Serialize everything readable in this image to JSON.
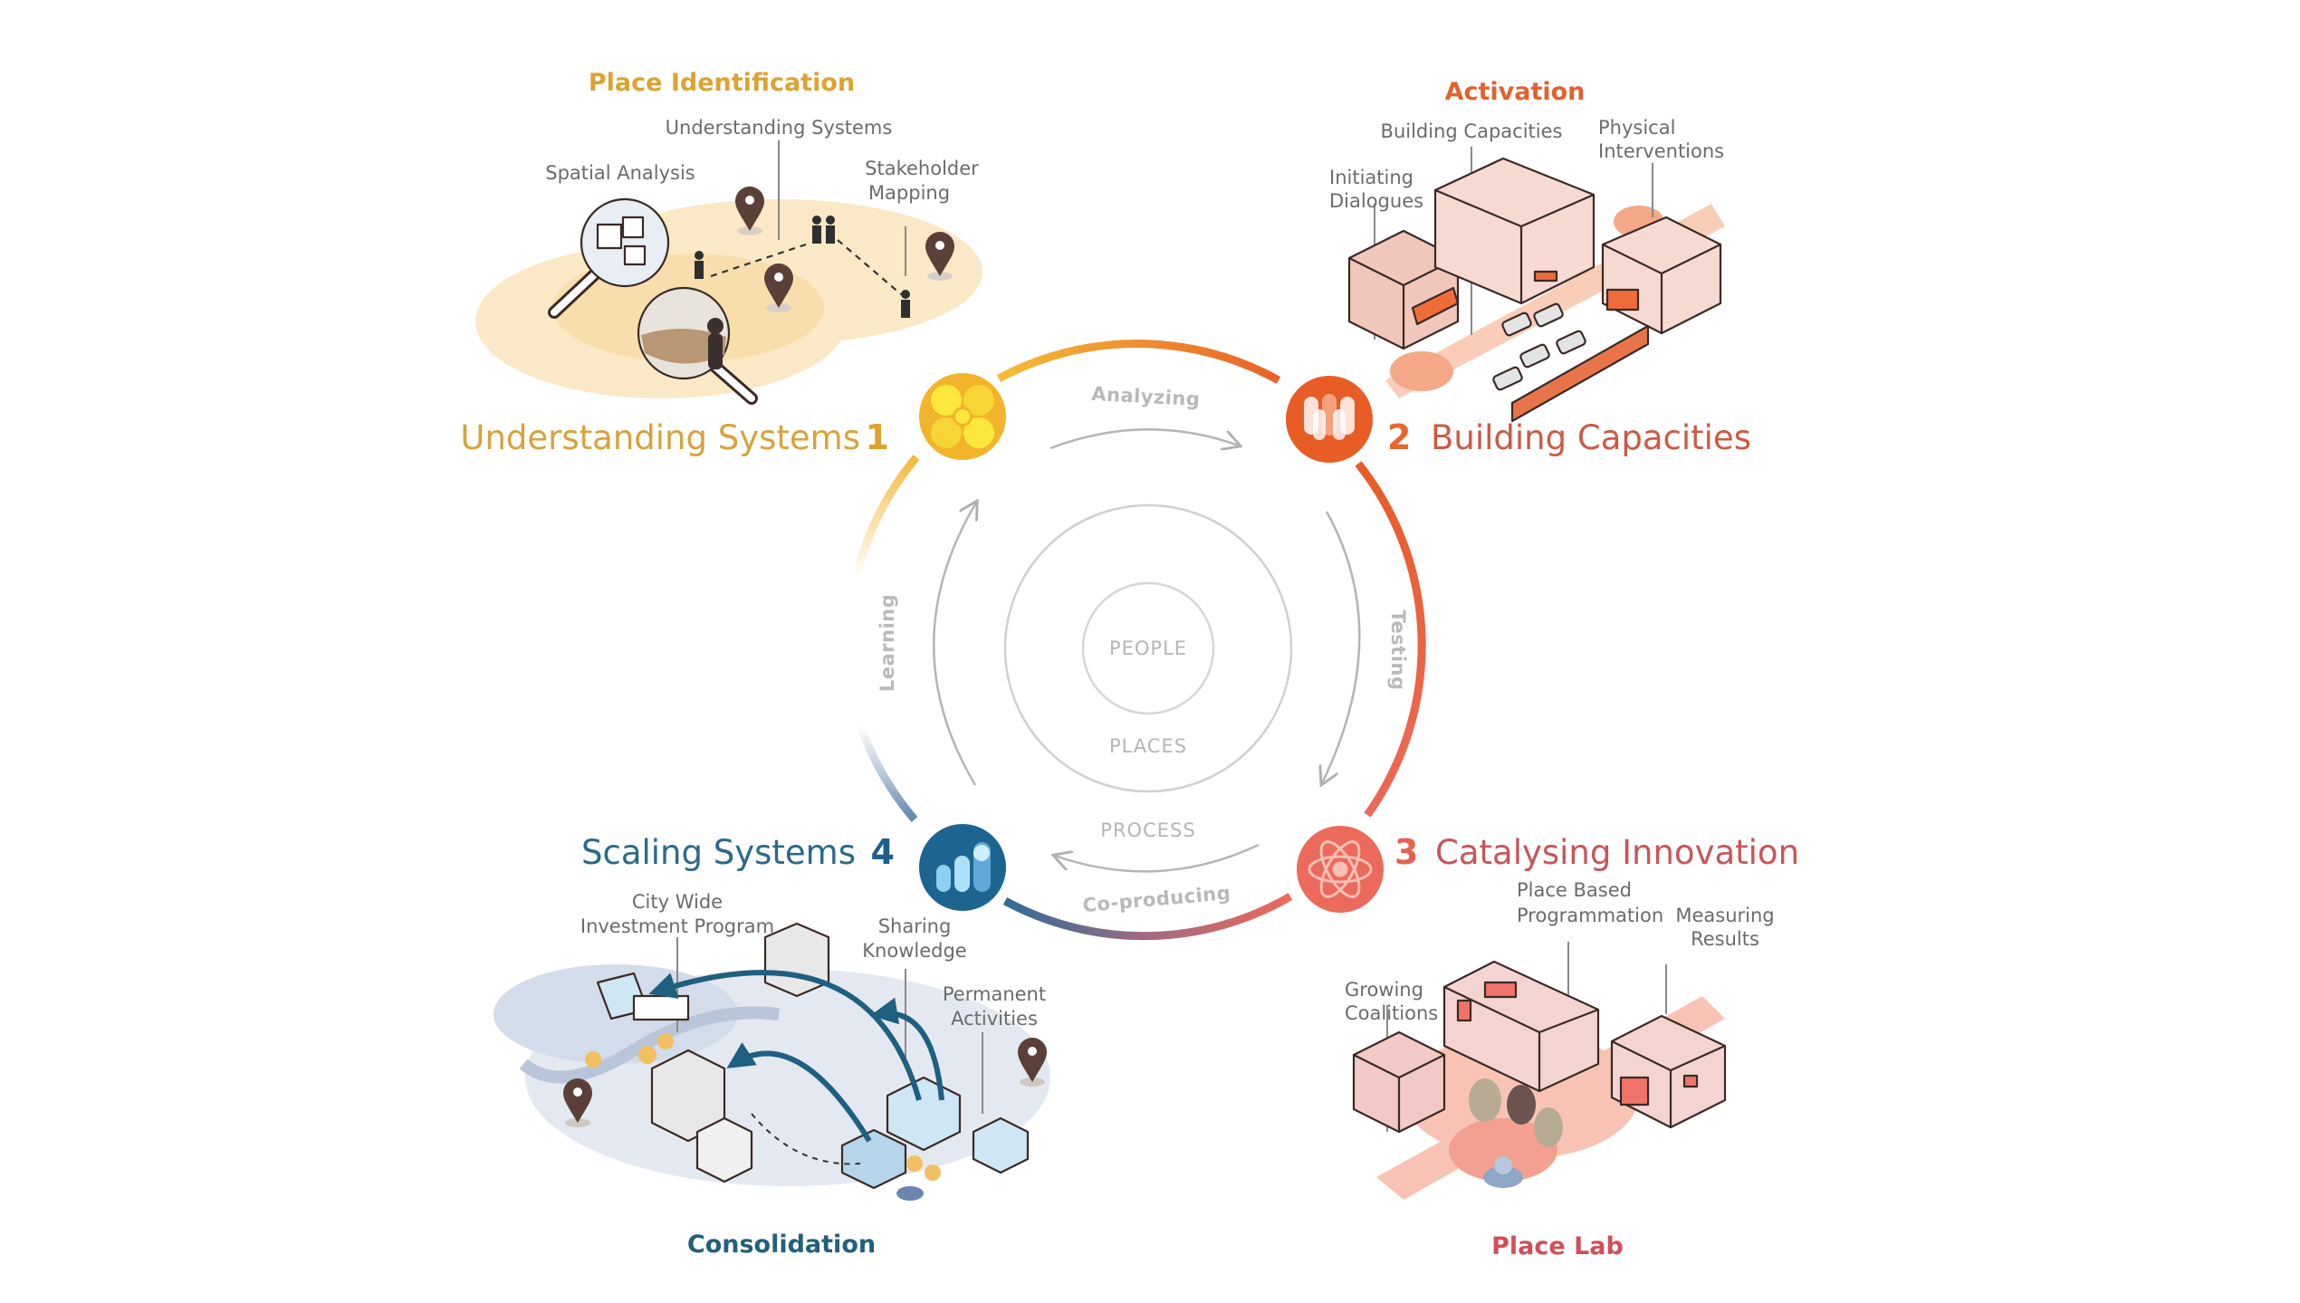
{
  "diagram": {
    "center": {
      "rings": [
        "PEOPLE",
        "PLACES",
        "PROCESS"
      ]
    },
    "cycle_verbs": {
      "top": "Analyzing",
      "right": "Testing",
      "bottom": "Co-producing",
      "left": "Learning"
    },
    "phases": [
      {
        "number": "1",
        "title": "Understanding Systems",
        "icon": "flower-cluster-icon",
        "color": "#f2b82a",
        "title_color": "#d9a23a",
        "quadrant": {
          "heading": "Place Identification",
          "heading_color": "#dca233",
          "labels": [
            "Understanding Systems",
            "Spatial Analysis",
            "Stakeholder Mapping"
          ]
        }
      },
      {
        "number": "2",
        "title": "Building Capacities",
        "icon": "grouped-pills-icon",
        "color": "#e85d26",
        "title_color": "#cc5a42",
        "quadrant": {
          "heading": "Activation",
          "heading_color": "#e0622e",
          "labels": [
            "Building Capacities",
            "Physical Interventions",
            "Initiating Dialogues"
          ]
        }
      },
      {
        "number": "3",
        "title": "Catalysing Innovation",
        "icon": "atom-flower-icon",
        "color": "#ec6a5c",
        "title_color": "#c9545a",
        "quadrant": {
          "heading": "Place Lab",
          "heading_color": "#cf4f58",
          "labels": [
            "Place Based Programmation",
            "Measuring Results",
            "Growing Coalitions"
          ]
        }
      },
      {
        "number": "4",
        "title": "Scaling Systems",
        "icon": "rising-bars-icon",
        "color": "#1d6591",
        "title_color": "#2a6a8b",
        "quadrant": {
          "heading": "Consolidation",
          "heading_color": "#235f7e",
          "labels": [
            "City Wide Investment Program",
            "Sharing Knowledge",
            "Permanent Activities"
          ]
        }
      }
    ]
  }
}
